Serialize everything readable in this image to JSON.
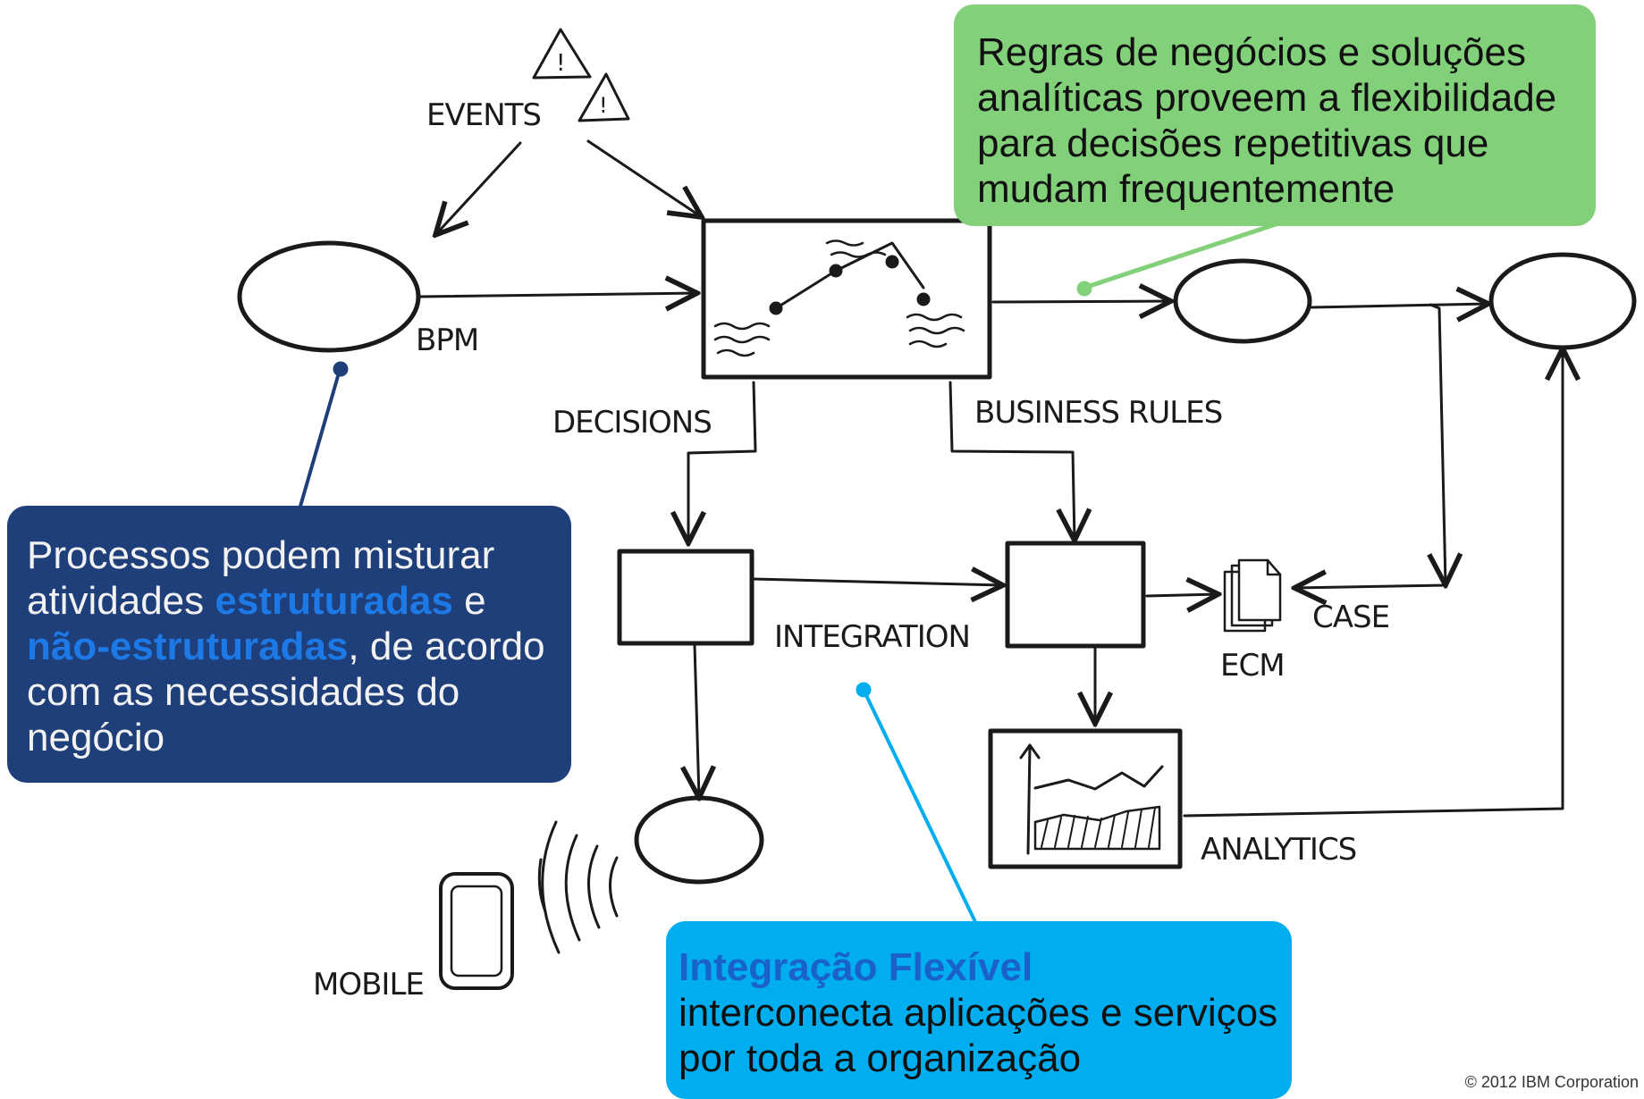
{
  "labels": {
    "events": "EVENTS",
    "bpm": "BPM",
    "decisions": "DECISIONS",
    "business_rules": "BUSINESS RULES",
    "integration": "INTEGRATION",
    "case": "CASE",
    "ecm": "ECM",
    "analytics": "ANALYTICS",
    "mobile": "MOBILE"
  },
  "callouts": {
    "rules": "Regras de negócios e soluções analíticas proveem a flexibilidade para decisões repetitivas que mudam frequentemente",
    "process": {
      "part1": "Processos podem misturar atividades ",
      "highlight1": "estruturadas",
      "part2": " e ",
      "highlight2": "não-estruturadas",
      "part3": ", de acordo com as necessidades do negócio"
    },
    "integration": {
      "title": "Integração Flexível",
      "body": "interconecta aplicações e serviços por toda a organização"
    }
  },
  "copyright": "© 2012 IBM Corporation",
  "colors": {
    "rules_callout": "#82d17a",
    "process_callout": "#1f3f7a",
    "integration_callout": "#00adef",
    "highlight": "#1d79e6",
    "sketch_line": "#1a1a1a"
  },
  "icons": [
    "warning-triangle-icon",
    "document-stack-icon",
    "mobile-phone-icon",
    "wireless-signal-icon"
  ]
}
